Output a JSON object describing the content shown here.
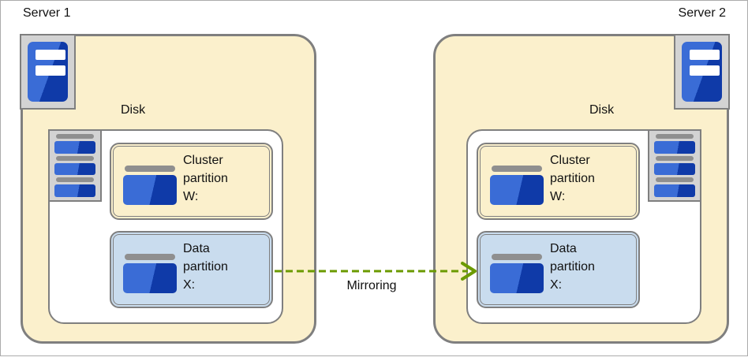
{
  "diagram": {
    "server1": {
      "label": "Server 1",
      "disk_label": "Disk",
      "cluster_partition": {
        "text": "Cluster\npartition\nW:"
      },
      "data_partition": {
        "text": "Data\npartition\nX:"
      }
    },
    "server2": {
      "label": "Server 2",
      "disk_label": "Disk",
      "cluster_partition": {
        "text": "Cluster\npartition\nW:"
      },
      "data_partition": {
        "text": "Data\npartition\nX:"
      }
    },
    "mirroring": {
      "label": "Mirroring"
    },
    "icons": {
      "server_icon": "server-tower-icon",
      "disk_icon": "disk-stack-icon",
      "partition_icon": "partition-icon",
      "arrow_icon": "dashed-arrow-right-icon"
    },
    "colors": {
      "cream": "#FBF0CC",
      "light_blue": "#C9DCEE",
      "border_gray": "#7F7F7F",
      "frame_gray": "#D3D3D3",
      "bar_gray": "#8F8F8F",
      "blue_light": "#3A6CD6",
      "blue_dark": "#0F3AA8",
      "arrow_green": "#6B9A00"
    }
  }
}
